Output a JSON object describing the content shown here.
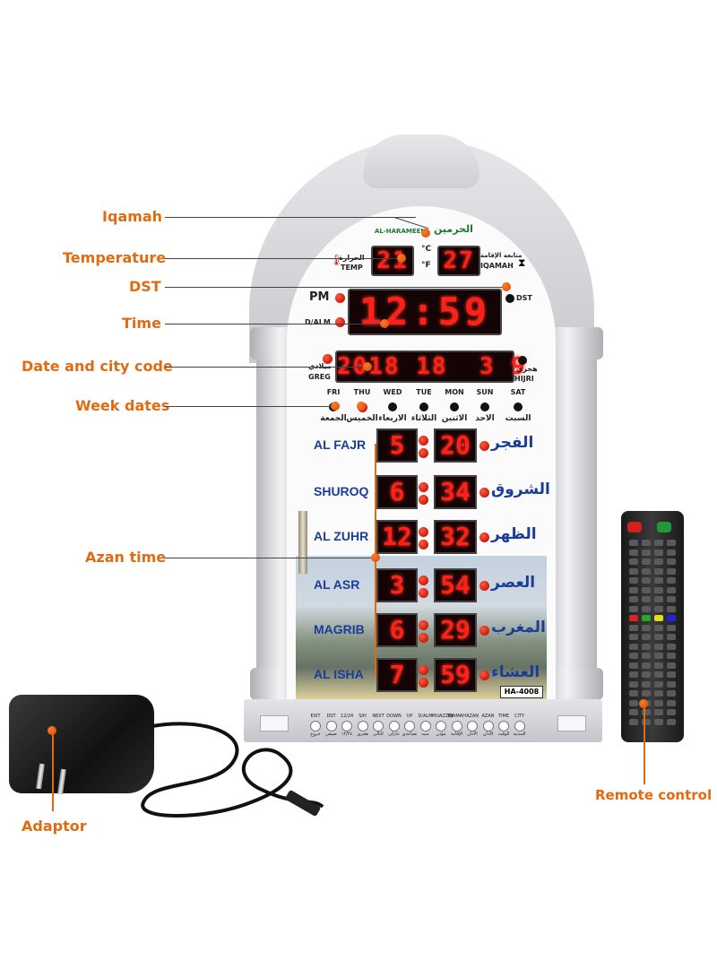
{
  "callouts": {
    "iqamah": "Iqamah",
    "temperature": "Temperature",
    "dst": "DST",
    "time": "Time",
    "date_city": "Date and city code",
    "week_dates": "Week dates",
    "azan_time": "Azan time",
    "adaptor": "Adaptor",
    "remote_control": "Remote control"
  },
  "clock": {
    "brand_en": "AL-HARAMEEN",
    "brand_ar": "الحرمين",
    "temp_label_ar": "الحرارة",
    "temp_label_en": "TEMP",
    "unit_c": "°C",
    "unit_f": "°F",
    "temperature": "21",
    "iqamah_label_ar": "متابعة الإقامة",
    "iqamah_label_en": "IQAMAH",
    "iqamah": "27",
    "pm": "PM",
    "dalm": "D/ALM",
    "dst": "DST",
    "time_hours": "12",
    "time_minutes": "59",
    "greg_ar": "ميلادي",
    "greg_en": "GREG",
    "hijri_ar": "هجري",
    "hijri_en": "HIJRI",
    "date_display": "2018 18  3 9",
    "model": "HA-4008"
  },
  "days": [
    {
      "en": "FRI",
      "ar": "الجمعة"
    },
    {
      "en": "THU",
      "ar": "الخميس"
    },
    {
      "en": "WED",
      "ar": "الاربعاء"
    },
    {
      "en": "TUE",
      "ar": "الثلاثاء"
    },
    {
      "en": "MON",
      "ar": "الاثنين"
    },
    {
      "en": "SUN",
      "ar": "الاحد"
    },
    {
      "en": "SAT",
      "ar": "السبت"
    }
  ],
  "prayers": [
    {
      "en": "AL FAJR",
      "ar": "الفجر",
      "hour": "5",
      "minute": "20"
    },
    {
      "en": "SHUROQ",
      "ar": "الشروق",
      "hour": "6",
      "minute": "34"
    },
    {
      "en": "AL ZUHR",
      "ar": "الظهر",
      "hour": "12",
      "minute": "32"
    },
    {
      "en": "AL ASR",
      "ar": "العصر",
      "hour": "3",
      "minute": "54"
    },
    {
      "en": "MAGRIB",
      "ar": "المغرب",
      "hour": "6",
      "minute": "29"
    },
    {
      "en": "AL ISHA",
      "ar": "العشاء",
      "hour": "7",
      "minute": "59"
    }
  ],
  "base_buttons": [
    {
      "label": "EXIT",
      "ar": "خروج"
    },
    {
      "label": "DST",
      "ar": "صيفي"
    },
    {
      "label": "12/24",
      "ar": "١٢/٢٤"
    },
    {
      "label": "S/H",
      "ar": "هجري"
    },
    {
      "label": "NEXT",
      "ar": "التالي"
    },
    {
      "label": "DOWN",
      "ar": "تنازلي"
    },
    {
      "label": "UP",
      "ar": "تصاعدي"
    },
    {
      "label": "D/ALM",
      "ar": "منبه"
    },
    {
      "label": "MUAZZIN",
      "ar": "مؤذن"
    },
    {
      "label": "IQAMAH",
      "ar": "الإقامة"
    },
    {
      "label": "AZAN",
      "ar": "الأذان"
    },
    {
      "label": "AZAN",
      "ar": "الأذان"
    },
    {
      "label": "TIME",
      "ar": "الوقت"
    },
    {
      "label": "CITY",
      "ar": "المدينة"
    }
  ],
  "colors": {
    "callout": "#e06b10",
    "led_red": "#ff2018",
    "prayer_blue": "#1b3d9a"
  }
}
